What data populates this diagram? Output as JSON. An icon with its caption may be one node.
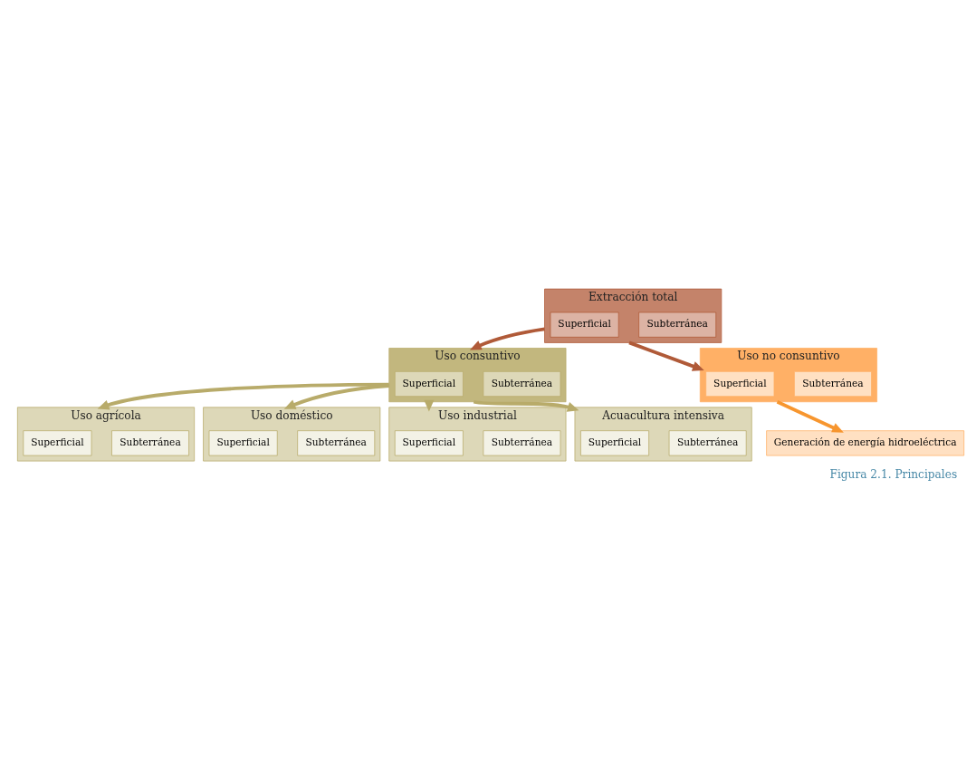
{
  "diagram": {
    "caption": "Figura 2.1. Principales",
    "nodes": [
      {
        "text": [
          "Extracción total"
        ]
      },
      {
        "text": [
          "Superficial"
        ],
        "in": 0
      },
      {
        "text": [
          "Subterránea"
        ],
        "in": 0
      },
      {
        "text": [
          "Uso consuntivo"
        ]
      },
      {
        "text": [
          "Superficial"
        ],
        "in": 3
      },
      {
        "text": [
          "Subterránea"
        ],
        "in": 3
      },
      {
        "text": [
          "Uso no consuntivo"
        ]
      },
      {
        "text": [
          "Superficial"
        ],
        "in": 6
      },
      {
        "text": [
          "Subterránea"
        ],
        "in": 6
      },
      {
        "text": [
          "Generación de energía hidroeléctrica"
        ]
      },
      {
        "text": [
          "Uso agrícola"
        ]
      },
      {
        "text": [
          "Superficial"
        ],
        "in": 10
      },
      {
        "text": [
          "Subterránea"
        ],
        "in": 10
      },
      {
        "text": [
          "Uso doméstico"
        ]
      },
      {
        "text": [
          "Superficial"
        ],
        "in": 13
      },
      {
        "text": [
          "Subterránea"
        ],
        "in": 13
      },
      {
        "text": [
          "Uso industrial"
        ]
      },
      {
        "text": [
          "Superficial"
        ],
        "in": 16
      },
      {
        "text": [
          "Subterránea"
        ],
        "in": 16
      },
      {
        "text": [
          "Acuacultura intensiva"
        ]
      },
      {
        "text": [
          "Superficial"
        ],
        "in": 19
      },
      {
        "text": [
          "Subterránea"
        ],
        "in": 19
      }
    ],
    "edges": [
      {
        "from": 0,
        "to": 3,
        "arrow": "to",
        "color": "#b05a38"
      },
      {
        "from": 0,
        "to": 6,
        "arrow": "to",
        "color": "#b05a38"
      },
      {
        "from": 6,
        "to": 9,
        "arrow": "to",
        "color": "#f7962f"
      },
      {
        "from": 3,
        "to": 10,
        "arrow": "to"
      },
      {
        "from": 3,
        "to": 13,
        "arrow": "to"
      },
      {
        "from": 3,
        "to": 16,
        "arrow": "to"
      },
      {
        "from": 3,
        "to": 19,
        "arrow": "to"
      }
    ]
  }
}
